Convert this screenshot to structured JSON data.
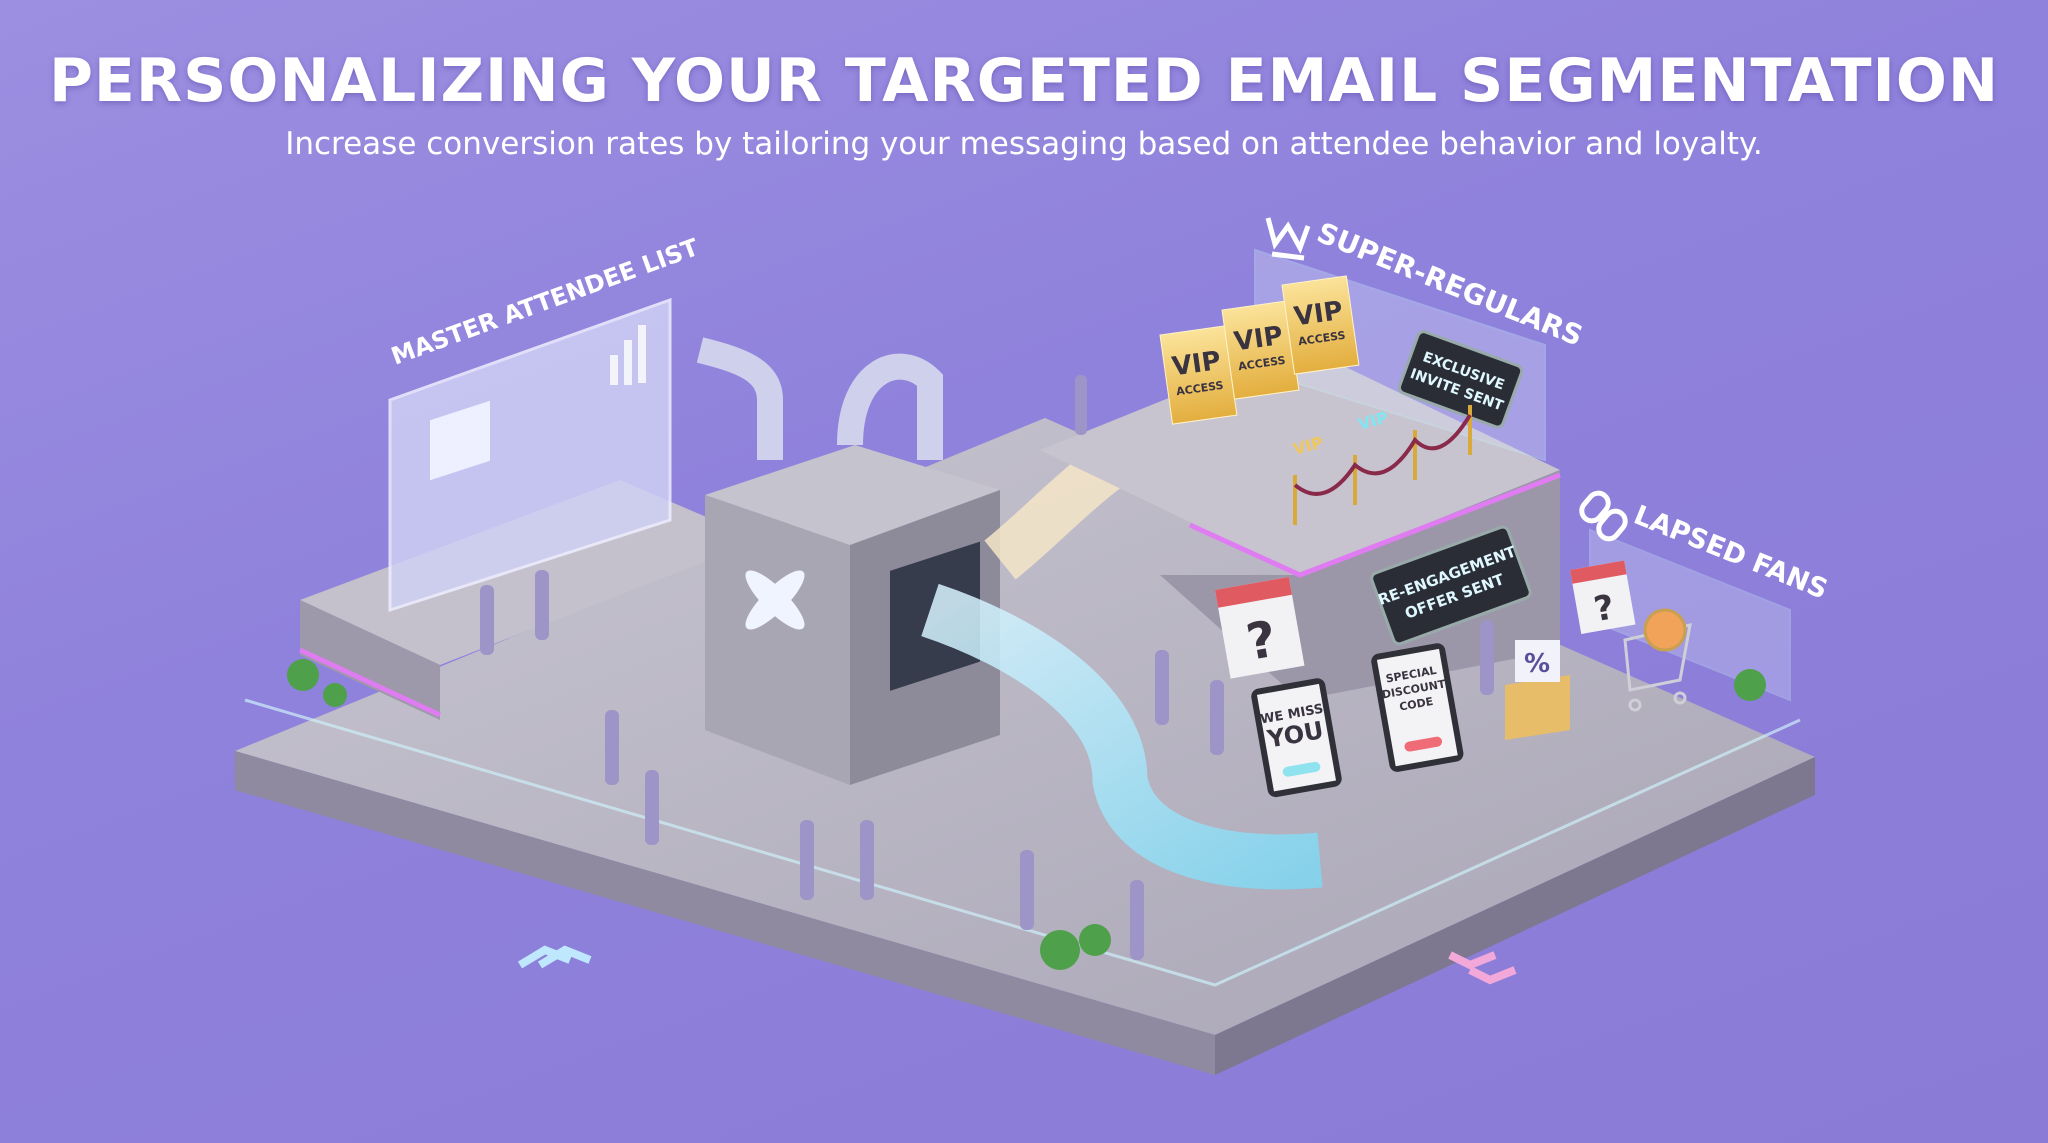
{
  "header": {
    "title": "PERSONALIZING YOUR TARGETED EMAIL SEGMENTATION",
    "subtitle": "Increase conversion rates by tailoring your messaging based on attendee behavior and loyalty."
  },
  "segments": {
    "master": {
      "label": "MASTER ATTENDEE LIST",
      "icon": "profile-dashboard-icon"
    },
    "super_regulars": {
      "label": "SUPER-REGULARS",
      "icon": "crown-icon",
      "cards": [
        "VIP",
        "ACCESS"
      ],
      "box_label": "VIP",
      "sign_line1": "EXCLUSIVE",
      "sign_line2": "INVITE SENT"
    },
    "lapsed": {
      "label": "LAPSED FANS",
      "icon": "broken-link-icon",
      "sign_line1": "RE-ENGAGEMENT",
      "sign_line2": "OFFER SENT",
      "tablet1_line1": "WE MISS",
      "tablet1_line2": "YOU",
      "tablet2_line1": "SPECIAL",
      "tablet2_line2": "DISCOUNT",
      "tablet2_line3": "CODE",
      "calendar_mark": "?",
      "envelope_mark": "%"
    }
  },
  "colors": {
    "background": "#8f82dc",
    "platform": "#b9b6c4",
    "neon": "#e07cf2",
    "gold": "#f1c75a",
    "sign": "#2b2d36",
    "figure": "#9d94c8"
  }
}
